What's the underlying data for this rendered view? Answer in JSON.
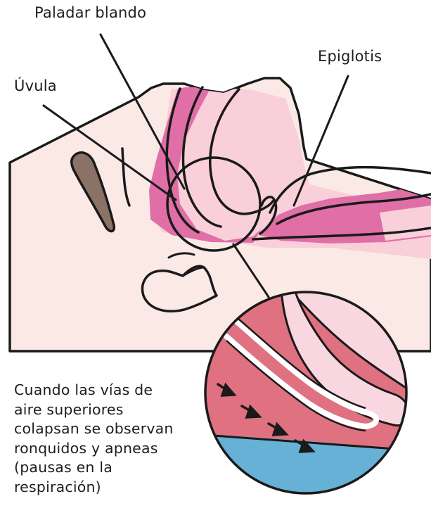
{
  "labels": {
    "soft_palate": "Paladar blando",
    "epiglottis": "Epiglotis",
    "uvula": "Úvula"
  },
  "caption_lines": [
    "Cuando las vías de",
    "aire superiores",
    "colapsan se observan",
    "ronquidos y apneas",
    "(pausas en la",
    "respiración)"
  ],
  "colors": {
    "skin": "#fbe9e6",
    "inner_pink": "#f9cfd9",
    "magenta": "#df6fa6",
    "airway_red": "#df7181",
    "tissue_pink": "#f8d7e1",
    "blue": "#66b1d5",
    "nostril": "#8a7266",
    "outline": "#1a1a1a"
  }
}
